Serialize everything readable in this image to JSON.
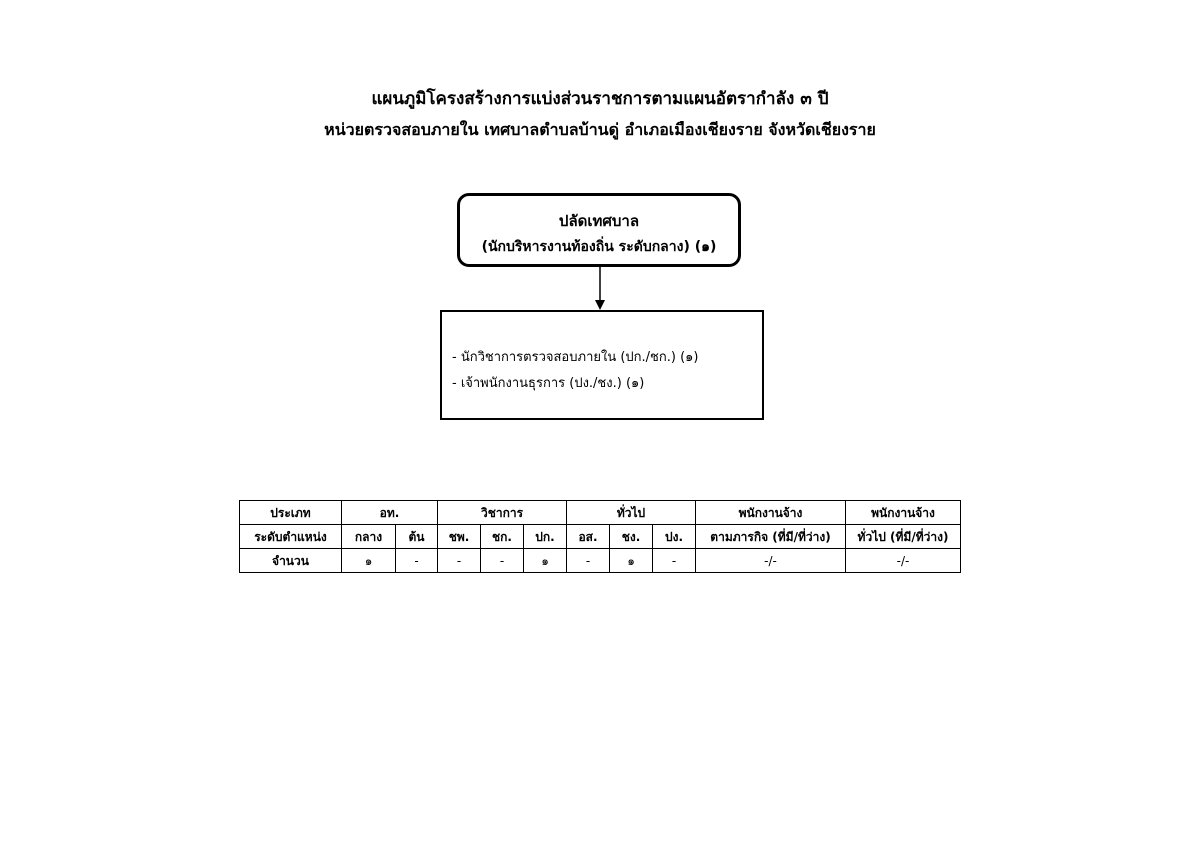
{
  "title": {
    "line1": "แผนภูมิโครงสร้างการแบ่งส่วนราชการตามแผนอัตรากำลัง ๓ ปี",
    "line2": "หน่วยตรวจสอบภายใน เทศบาลตำบลบ้านดู่ อำเภอเมืองเชียงราย จังหวัดเชียงราย"
  },
  "top_box": {
    "name": "ปลัดเทศบาล",
    "position": "(นักบริหารงานท้องถิ่น ระดับกลาง) (๑)"
  },
  "sub_box": {
    "items": [
      "- นักวิชาการตรวจสอบภายใน (ปก./ชก.) (๑)",
      "- เจ้าพนักงานธุรการ (ปง./ชง.) (๑)"
    ]
  },
  "table": {
    "row_headers": [
      "ประเภท",
      "ระดับตำแหน่ง",
      "จำนวน"
    ],
    "groups": {
      "ot": "อท.",
      "academic": "วิชาการ",
      "general": "ทั่วไป",
      "mission": [
        "พนักงานจ้าง",
        "ตามภารกิจ (ที่มี/ที่ว่าง)"
      ],
      "general_emp": [
        "พนักงานจ้าง",
        "ทั่วไป (ที่มี/ที่ว่าง)"
      ]
    },
    "levels": [
      "กลาง",
      "ต้น",
      "ชพ.",
      "ชก.",
      "ปก.",
      "อส.",
      "ชง.",
      "ปง."
    ],
    "counts": [
      "๑",
      "-",
      "-",
      "-",
      "๑",
      "-",
      "๑",
      "-",
      "-/-",
      "-/-"
    ]
  }
}
